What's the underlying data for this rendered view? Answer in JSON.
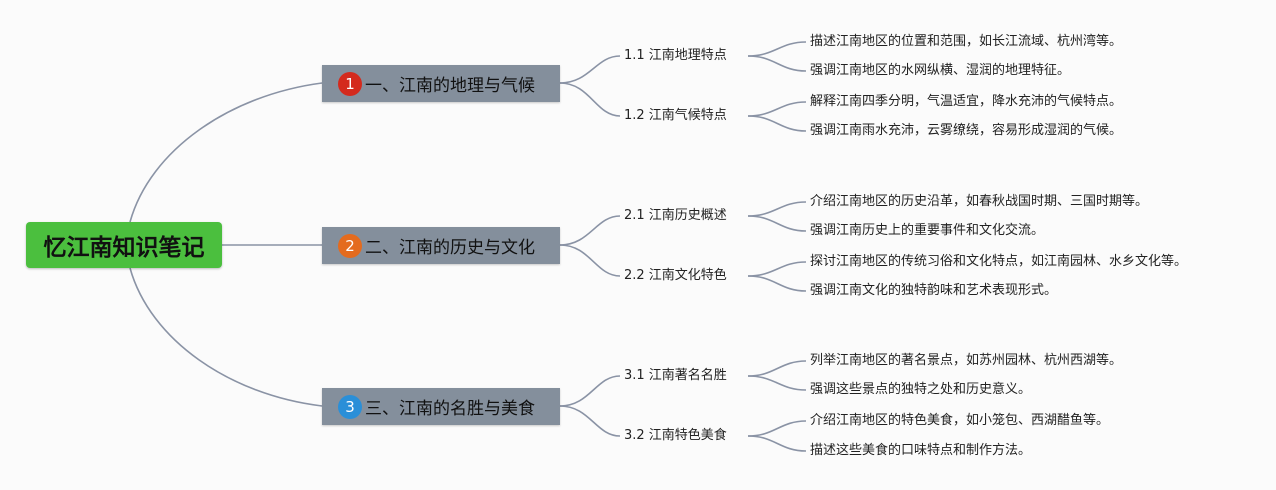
{
  "root": {
    "title": "忆江南知识笔记",
    "color": "#4bbf3e"
  },
  "topics": [
    {
      "number": "1",
      "badge_color": "#d42a1d",
      "title": "一、江南的地理与气候",
      "subtopics": [
        {
          "label": "1.1 江南地理特点",
          "details": [
            "描述江南地区的位置和范围，如长江流域、杭州湾等。",
            "强调江南地区的水网纵横、湿润的地理特征。"
          ]
        },
        {
          "label": "1.2 江南气候特点",
          "details": [
            "解释江南四季分明，气温适宜，降水充沛的气候特点。",
            "强调江南雨水充沛，云雾缭绕，容易形成湿润的气候。"
          ]
        }
      ]
    },
    {
      "number": "2",
      "badge_color": "#e46b1e",
      "title": "二、江南的历史与文化",
      "subtopics": [
        {
          "label": "2.1 江南历史概述",
          "details": [
            "介绍江南地区的历史沿革，如春秋战国时期、三国时期等。",
            "强调江南历史上的重要事件和文化交流。"
          ]
        },
        {
          "label": "2.2 江南文化特色",
          "details": [
            "探讨江南地区的传统习俗和文化特点，如江南园林、水乡文化等。",
            "强调江南文化的独特韵味和艺术表现形式。"
          ]
        }
      ]
    },
    {
      "number": "3",
      "badge_color": "#2a8fd8",
      "title": "三、江南的名胜与美食",
      "subtopics": [
        {
          "label": "3.1 江南著名名胜",
          "details": [
            "列举江南地区的著名景点，如苏州园林、杭州西湖等。",
            "强调这些景点的独特之处和历史意义。"
          ]
        },
        {
          "label": "3.2 江南特色美食",
          "details": [
            "介绍江南地区的特色美食，如小笼包、西湖醋鱼等。",
            "描述这些美食的口味特点和制作方法。"
          ]
        }
      ]
    }
  ],
  "colors": {
    "topic_fill": "#848f9c",
    "connector": "#8a93a5"
  }
}
